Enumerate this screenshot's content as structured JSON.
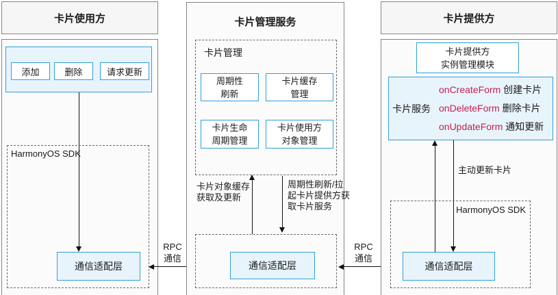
{
  "consumer": {
    "title": "卡片使用方",
    "buttons": [
      "添加",
      "删除",
      "请求更新"
    ],
    "sdk_label": "HarmonyOS SDK",
    "comm_layer": "通信适配层"
  },
  "manager": {
    "title": "卡片管理服务",
    "group_label": "卡片管理",
    "modules": [
      {
        "line1": "周期性",
        "line2": "刷新"
      },
      {
        "line1": "卡片缓存",
        "line2": "管理"
      },
      {
        "line1": "卡片生命",
        "line2": "周期管理"
      },
      {
        "line1": "卡片使用方",
        "line2": "对象管理"
      }
    ],
    "arrow_label_left": {
      "line1": "卡片对象缓存",
      "line2": "获取及更新"
    },
    "arrow_label_right": {
      "line1": "周期性刷新/拉",
      "line2": "起卡片提供方获",
      "line3": "取卡片服务"
    },
    "comm_layer": "通信适配层"
  },
  "provider": {
    "title": "卡片提供方",
    "instance_module": {
      "line1": "卡片提供方",
      "line2": "实例管理模块"
    },
    "service_label": "卡片服务",
    "callbacks": [
      {
        "api": "onCreateForm",
        "desc": " 创建卡片"
      },
      {
        "api": "onDeleteForm",
        "desc": " 删除卡片"
      },
      {
        "api": "onUpdateForm",
        "desc": " 通知更新"
      }
    ],
    "update_label": "主动更新卡片",
    "sdk_label": "HarmonyOS SDK",
    "comm_layer": "通信适配层"
  },
  "connectors": {
    "rpc_left": {
      "line1": "RPC",
      "line2": "通信"
    },
    "rpc_right": {
      "line1": "RPC",
      "line2": "通信"
    }
  },
  "colors": {
    "accent_border": "#2f9fd9",
    "panel_fill": "#e8f4fc",
    "api_red": "#c4204e",
    "outer_border": "#848484"
  }
}
